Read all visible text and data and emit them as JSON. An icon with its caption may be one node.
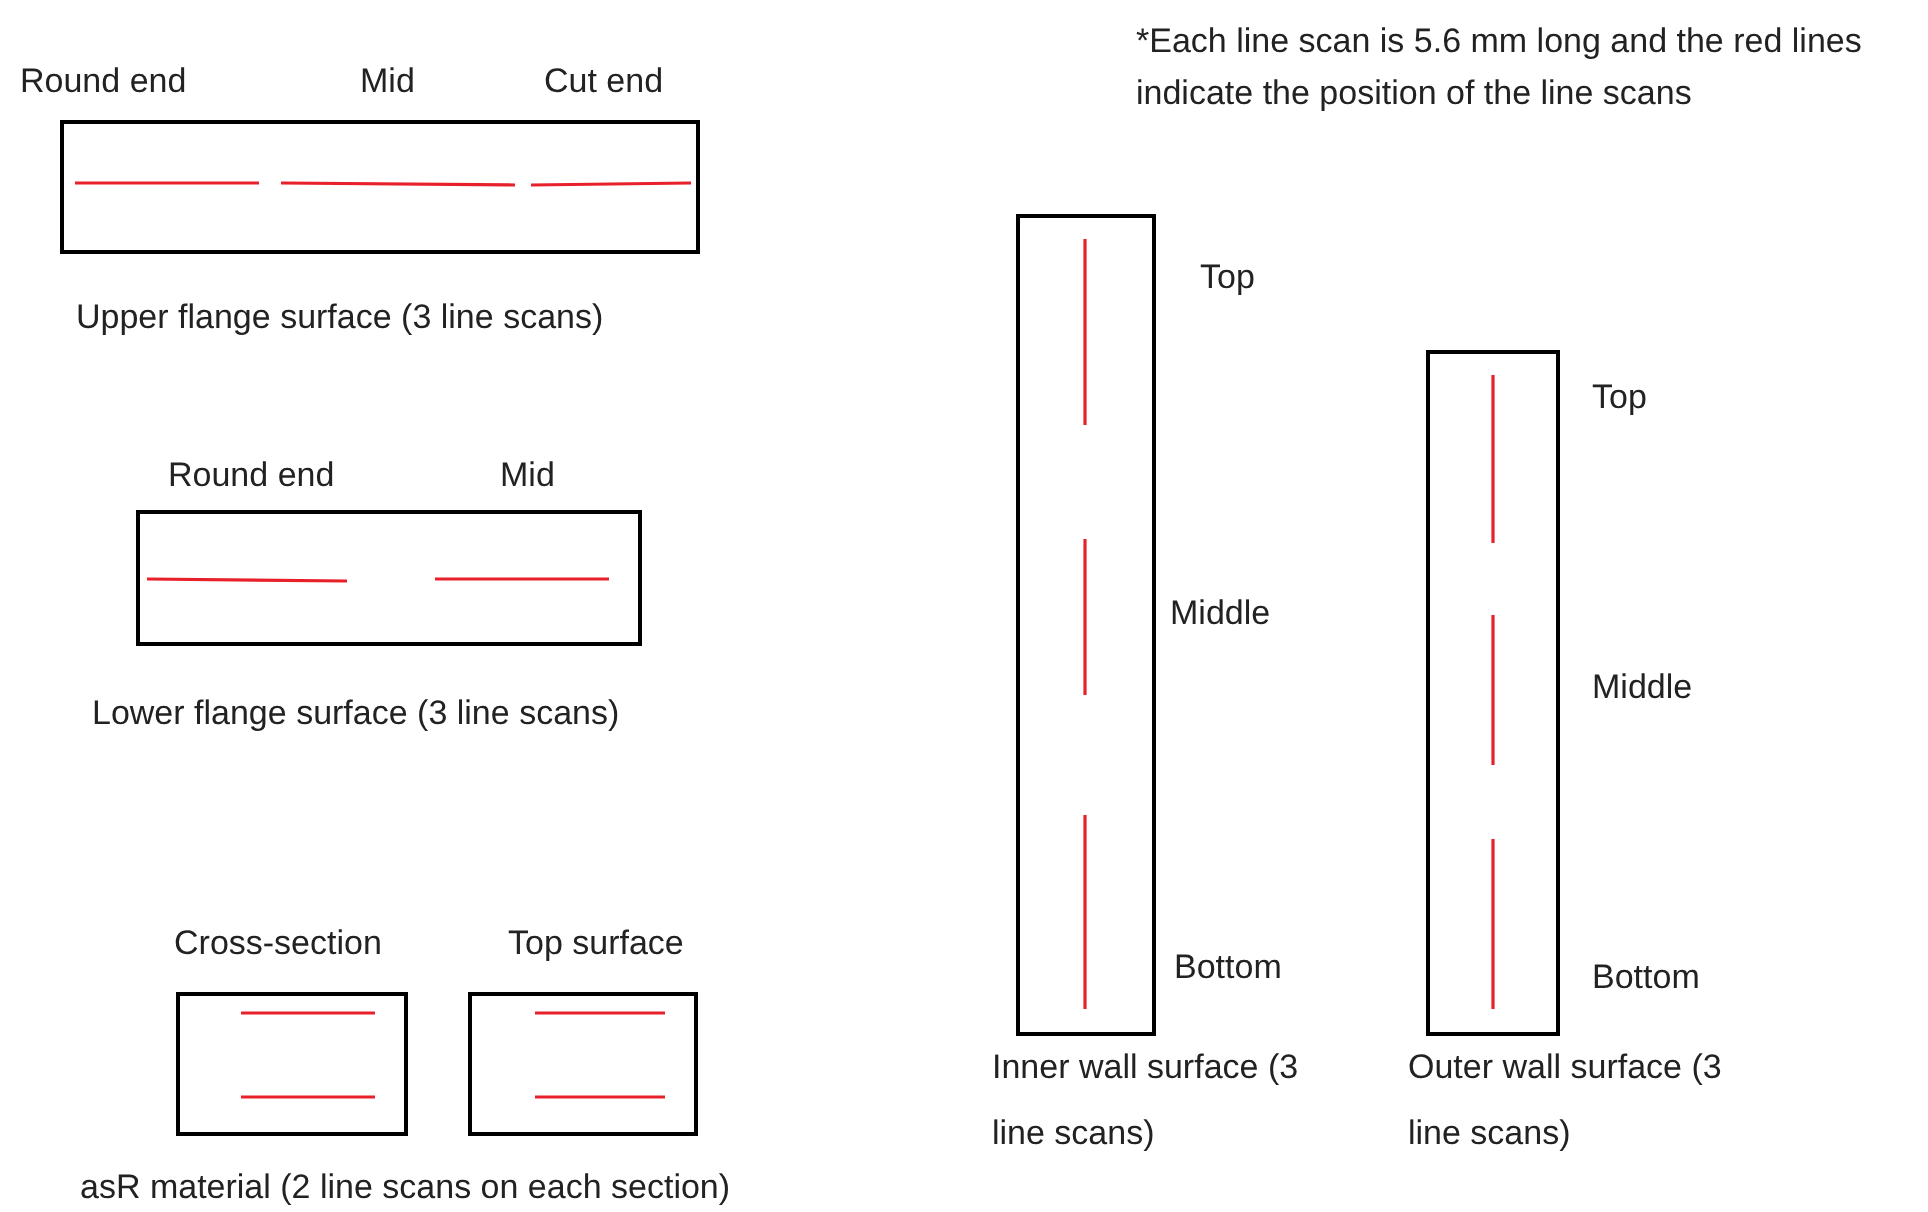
{
  "diagram": {
    "nodes": [
      {
        "text": [
          "Upper flange surface (3 line scans)"
        ]
      },
      {
        "text": [
          "Lower flange surface (3 line scans)"
        ]
      },
      {
        "text": [
          "Cross-section"
        ]
      },
      {
        "text": [
          "Top surface"
        ]
      },
      {
        "text": [
          "Inner wall surface (3 line scans)"
        ]
      },
      {
        "text": [
          "Outer wall surface (3 line scans)"
        ]
      }
    ],
    "edges": [],
    "labels": [
      "*Each line scan is 5.6 mm long and the red lines indicate the position of the line scans",
      "Round end",
      "Mid",
      "Cut end",
      "Round end",
      "Mid",
      "Top",
      "Middle",
      "Bottom",
      "Top",
      "Middle",
      "Bottom",
      "asR material (2 line scans on each section)"
    ]
  }
}
